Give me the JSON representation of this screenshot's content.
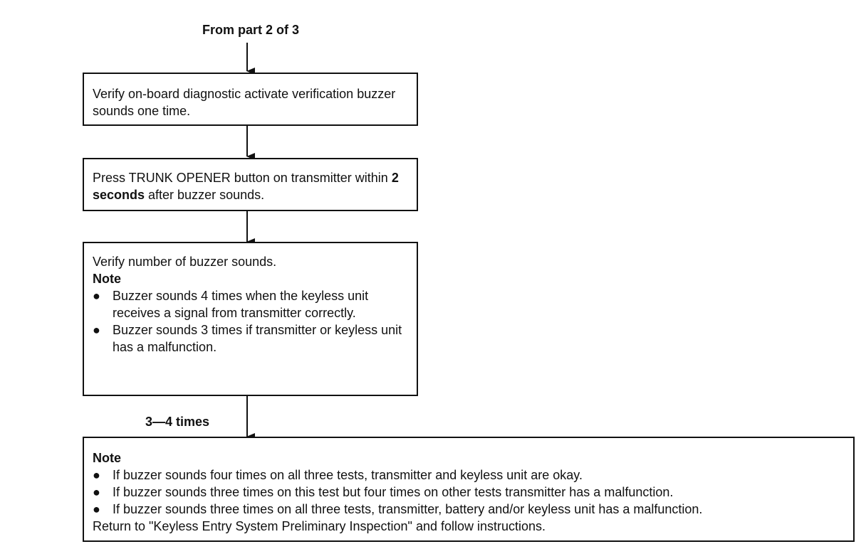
{
  "start_label": "From part 2 of 3",
  "steps": [
    {
      "text": "Verify on-board diagnostic activate verification buzzer sounds one time."
    },
    {
      "text_before": "Press TRUNK OPENER button on transmitter within ",
      "text_bold": "2 seconds",
      "text_after": " after buzzer sounds."
    },
    {
      "text": "Verify number of buzzer sounds.",
      "note_title": "Note",
      "bullets": [
        "Buzzer sounds 4 times when the keyless unit receives a signal from transmitter correctly.",
        "Buzzer sounds 3 times if transmitter or keyless unit has a malfunction."
      ]
    }
  ],
  "branch_label": "3—4 times",
  "final_note": {
    "title": "Note",
    "bullets": [
      "If buzzer sounds four times on all three tests, transmitter and keyless unit are okay.",
      "If buzzer sounds three times on this test but four times on other tests transmitter has a malfunction.",
      "If buzzer sounds three times on all three tests, transmitter, battery and/or keyless unit has a malfunction."
    ],
    "footer": "Return to \"Keyless Entry System Preliminary Inspection\" and follow instructions."
  },
  "bullet_glyph": "●"
}
